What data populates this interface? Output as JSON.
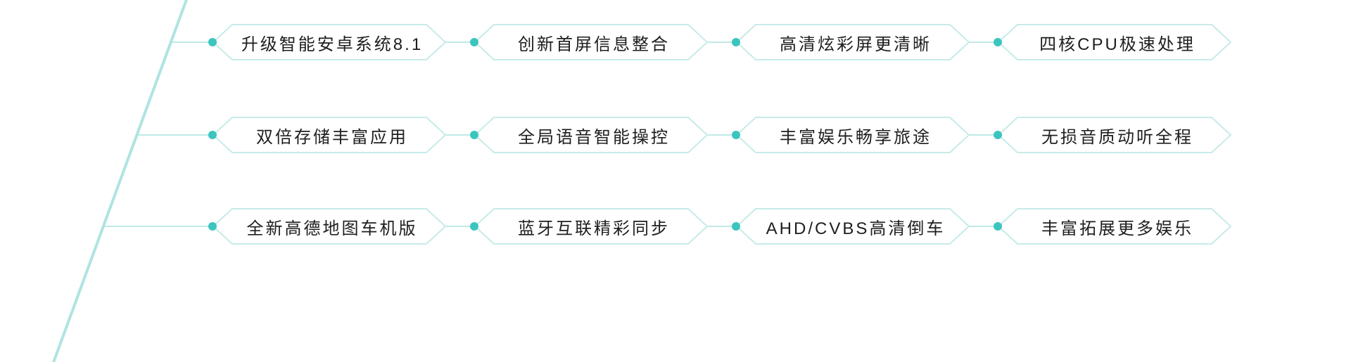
{
  "diagram": {
    "title": "car-head-unit-feature-map",
    "colors": {
      "dot": "#3cc5bf",
      "hex_border": "#c6ebe9",
      "connector": "#bfe9e6",
      "diagonal": "#aee4e1",
      "text": "#1e1e1e",
      "background": "#ffffff"
    },
    "rows": [
      {
        "items": [
          {
            "label": "升级智能安卓系统8.1"
          },
          {
            "label": "创新首屏信息整合"
          },
          {
            "label": "高清炫彩屏更清晰"
          },
          {
            "label": "四核CPU极速处理"
          }
        ]
      },
      {
        "items": [
          {
            "label": "双倍存储丰富应用"
          },
          {
            "label": "全局语音智能操控"
          },
          {
            "label": "丰富娱乐畅享旅途"
          },
          {
            "label": "无损音质动听全程"
          }
        ]
      },
      {
        "items": [
          {
            "label": "全新高德地图车机版"
          },
          {
            "label": "蓝牙互联精彩同步"
          },
          {
            "label": "AHD/CVBS高清倒车"
          },
          {
            "label": "丰富拓展更多娱乐"
          }
        ]
      }
    ]
  }
}
